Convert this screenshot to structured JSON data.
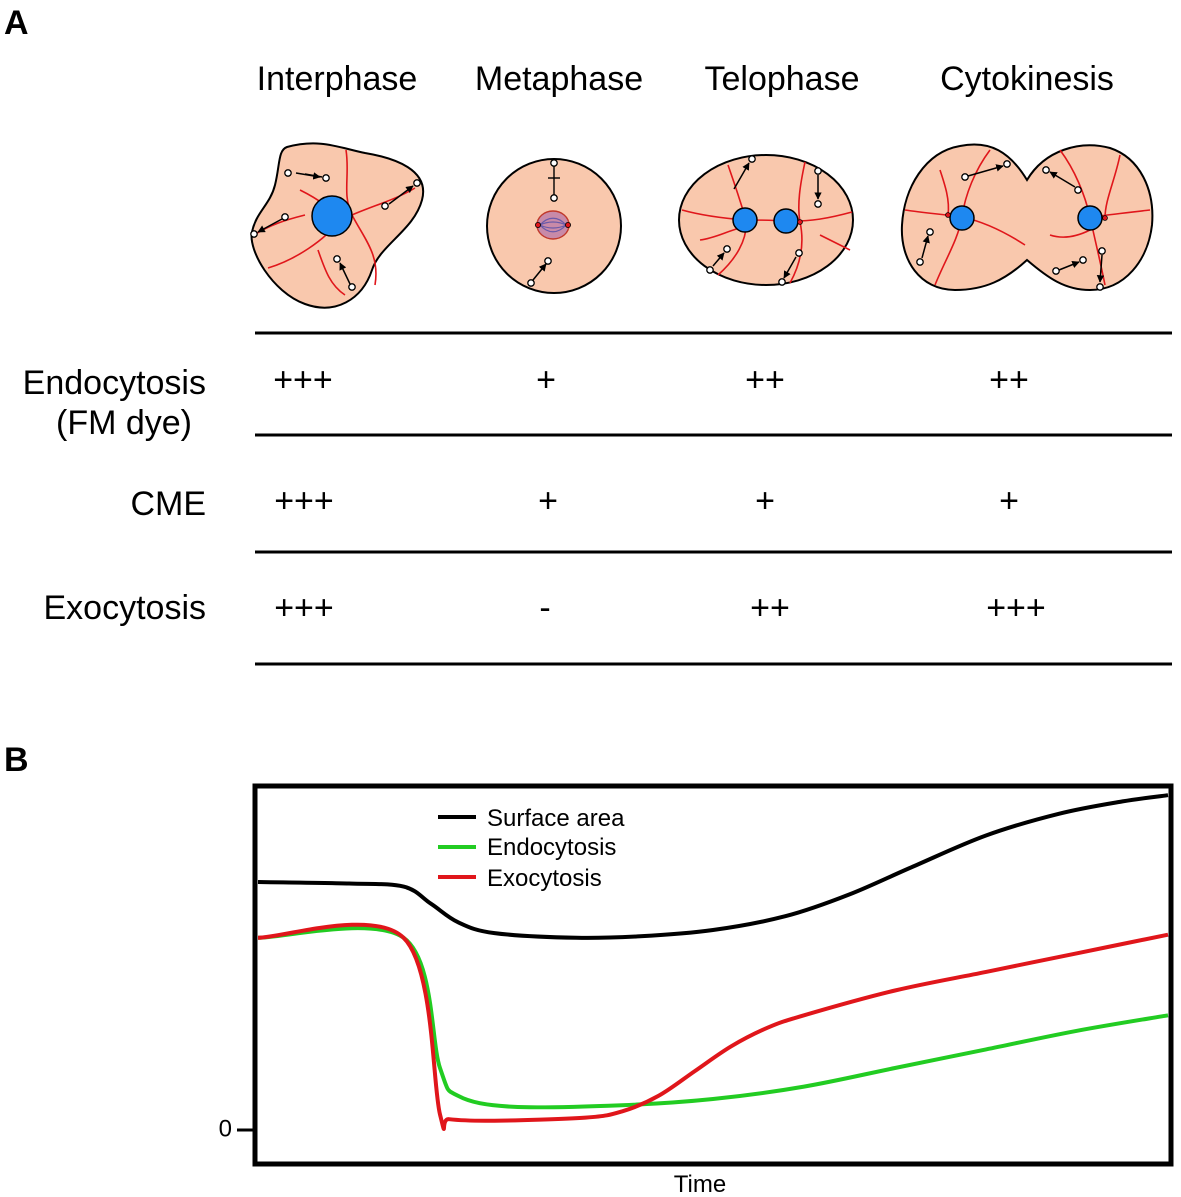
{
  "panel_a": {
    "letter": "A",
    "phases": [
      "Interphase",
      "Metaphase",
      "Telophase",
      "Cytokinesis"
    ],
    "rows": [
      {
        "label_line1": "Endocytosis",
        "label_line2": "(FM dye)",
        "values": [
          "+++",
          "+",
          "++",
          "++"
        ]
      },
      {
        "label_line1": "CME",
        "label_line2": "",
        "values": [
          "+++",
          "+",
          "+",
          "+"
        ]
      },
      {
        "label_line1": "Exocytosis",
        "label_line2": "",
        "values": [
          "+++",
          "-",
          "++",
          "+++"
        ]
      }
    ]
  },
  "panel_b": {
    "letter": "B",
    "chart_data": {
      "type": "line",
      "xlabel": "Time",
      "ylabel": "",
      "y_tick_labels": [
        "0"
      ],
      "xlim": [
        0,
        100
      ],
      "ylim": [
        -10,
        110
      ],
      "legend_placement": "top-left",
      "series": [
        {
          "name": "Surface area",
          "color": "#000000",
          "x": [
            0,
            10,
            16,
            19,
            22,
            26,
            35,
            42,
            50,
            58,
            65,
            72,
            80,
            88,
            95,
            100
          ],
          "y": [
            80,
            79.5,
            78.5,
            73,
            67,
            63.5,
            62,
            62.5,
            64.5,
            69,
            76,
            85,
            95,
            102,
            106,
            108
          ]
        },
        {
          "name": "Endocytosis",
          "color": "#22cc22",
          "x": [
            0,
            16,
            20,
            22,
            28,
            40,
            50,
            60,
            70,
            80,
            90,
            100
          ],
          "y": [
            62,
            62,
            20,
            11,
            7.5,
            8,
            10,
            14,
            20,
            26,
            32,
            37
          ]
        },
        {
          "name": "Exocytosis",
          "color": "#e0161b",
          "x": [
            0,
            16,
            20,
            21,
            26,
            36,
            40,
            44,
            48,
            52,
            56,
            60,
            70,
            80,
            90,
            100
          ],
          "y": [
            62,
            62,
            5,
            3.5,
            3,
            4,
            6,
            11,
            19,
            27,
            33,
            37,
            45,
            51,
            57,
            63
          ]
        }
      ]
    }
  }
}
